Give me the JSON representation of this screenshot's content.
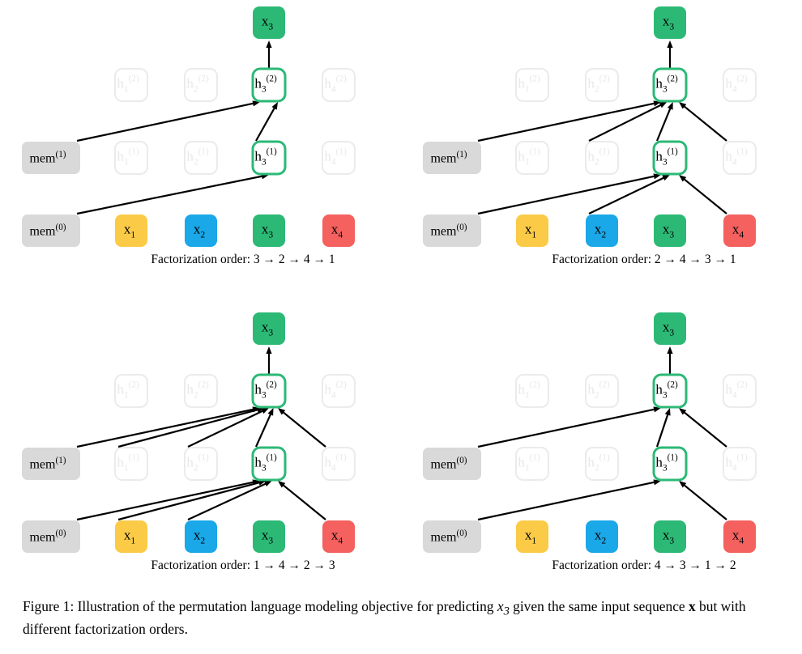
{
  "figure": {
    "id": "figure-1",
    "caption_label": "Figure 1:",
    "caption_part1": " Illustration of the permutation language modeling objective for predicting ",
    "caption_math": "x",
    "caption_math_sub": "3",
    "caption_part2": " given the same input sequence ",
    "caption_boldx": "x",
    "caption_part3": " but with different factorization orders."
  },
  "colors": {
    "token_x1": "#fbcb47",
    "token_x2": "#1aa8e8",
    "token_x3": "#2cb976",
    "token_x4": "#f4615f",
    "mem_fill": "#d9d9d9",
    "active_border": "#2cb976",
    "active_fill": "#ffffff",
    "faded_border": "#ebebeb",
    "faded_text": "#e8e8e8",
    "arrow": "#000000",
    "text": "#000000",
    "background": "#ffffff"
  },
  "labels": {
    "mem0": "mem",
    "mem0_sup": "(0)",
    "mem1": "mem",
    "mem1_sup": "(1)",
    "h_base": "h",
    "x_base": "x",
    "layer1_sup": "(1)",
    "layer2_sup": "(2)",
    "positions": [
      "1",
      "2",
      "3",
      "4"
    ],
    "target_token": "x",
    "target_sub": "3",
    "factorization_prefix": "Factorization  order: ",
    "arrow_glyph": "→"
  },
  "panels": [
    {
      "key": "top-left",
      "name": "panel-order-3241",
      "caption": "Factorization  order: 3 → 2 → 4 → 1",
      "order": [
        "3",
        "2",
        "4",
        "1"
      ],
      "mem_layer0_label": "mem",
      "mem_layer0_sup": "(0)",
      "mem_layer1_label": "mem",
      "mem_layer1_sup": "(1)",
      "active_column": 3,
      "layer1_inputs": [
        "mem"
      ],
      "layer2_inputs": [
        "mem",
        "h3_1"
      ],
      "output_token": "x3"
    },
    {
      "key": "top-right",
      "name": "panel-order-2431",
      "caption": "Factorization  order: 2 → 4 → 3 → 1",
      "order": [
        "2",
        "4",
        "3",
        "1"
      ],
      "mem_layer0_label": "mem",
      "mem_layer0_sup": "(0)",
      "mem_layer1_label": "mem",
      "mem_layer1_sup": "(1)",
      "active_column": 3,
      "layer1_inputs": [
        "mem",
        "x2",
        "x4"
      ],
      "layer2_inputs": [
        "mem",
        "h2_1",
        "h3_1",
        "h4_1"
      ],
      "output_token": "x3"
    },
    {
      "key": "bottom-left",
      "name": "panel-order-1423",
      "caption": "Factorization  order: 1 → 4 → 2 → 3",
      "order": [
        "1",
        "4",
        "2",
        "3"
      ],
      "mem_layer0_label": "mem",
      "mem_layer0_sup": "(0)",
      "mem_layer1_label": "mem",
      "mem_layer1_sup": "(1)",
      "active_column": 3,
      "layer1_inputs": [
        "mem",
        "x1",
        "x2",
        "x4"
      ],
      "layer2_inputs": [
        "mem",
        "h1_1",
        "h2_1",
        "h3_1",
        "h4_1"
      ],
      "output_token": "x3"
    },
    {
      "key": "bottom-right",
      "name": "panel-order-4312",
      "caption": "Factorization  order: 4 → 3 → 1 → 2",
      "order": [
        "4",
        "3",
        "1",
        "2"
      ],
      "mem_layer0_label": "mem",
      "mem_layer0_sup": "(0)",
      "mem_layer1_label": "mem",
      "mem_layer1_sup": "(0)",
      "active_column": 3,
      "layer1_inputs": [
        "mem",
        "x4"
      ],
      "layer2_inputs": [
        "mem",
        "h3_1",
        "h4_1"
      ],
      "output_token": "x3"
    }
  ]
}
